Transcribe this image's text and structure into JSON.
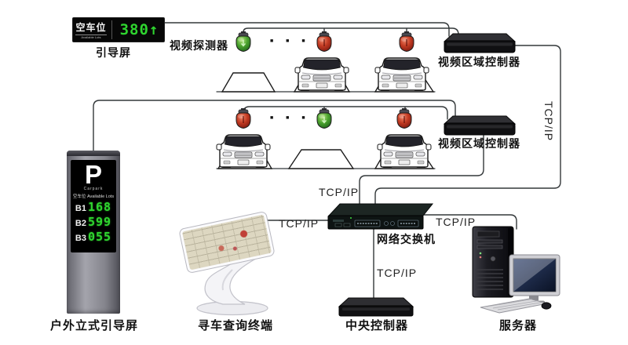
{
  "colors": {
    "led_green": "#2fd52f",
    "wire": "#33383a",
    "cam_green_hi": "#b2e27a",
    "cam_green_mid": "#4ba32e",
    "cam_green_lo": "#175a17",
    "cam_red_hi": "#ef8468",
    "cam_red_mid": "#c23a22",
    "cam_red_lo": "#6e120c"
  },
  "top_display": {
    "title_zh": "空车位",
    "title_en": "Available Lots",
    "value": "380",
    "arrow": "↑"
  },
  "labels": {
    "guide_screen": "引导屏",
    "video_detector": "视频探测器",
    "video_area_controller": "视频区域控制器",
    "network_switch": "网络交换机",
    "find_car_terminal": "寻车查询终端",
    "central_controller": "中央控制器",
    "server": "服务器",
    "outdoor_pillar_screen": "户外立式引导屏",
    "tcp_ip": "TCP/IP",
    "ellipsis": "■ ■ ■"
  },
  "pillar_display": {
    "big_letter": "P",
    "sub": "Carpark",
    "title_zh": "空车位",
    "title_en": "Available Lots",
    "rows": [
      {
        "level": "B1",
        "count": "168"
      },
      {
        "level": "B2",
        "count": "599"
      },
      {
        "level": "B3",
        "count": "055"
      }
    ]
  }
}
